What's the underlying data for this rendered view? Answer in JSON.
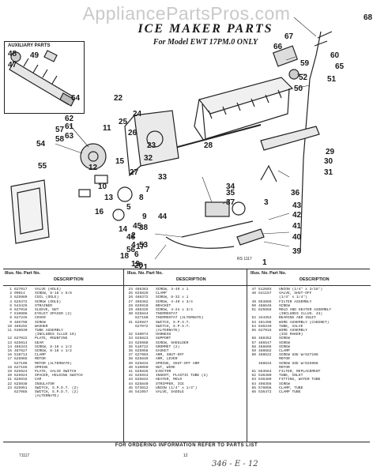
{
  "watermark": "AppliancePartsPros.com",
  "header": {
    "title": "ICE MAKER PARTS",
    "subtitle": "For Model EWT 17PM.0 ONLY",
    "aux_label": "AUXILIARY PARTS"
  },
  "callouts": [
    "68",
    "67",
    "66",
    "60",
    "59",
    "52",
    "65",
    "50",
    "51",
    "48",
    "47",
    "49",
    "64",
    "1",
    "2",
    "3",
    "4",
    "5",
    "6",
    "7",
    "8",
    "9",
    "10",
    "11",
    "12",
    "13",
    "14",
    "15",
    "16",
    "17",
    "18",
    "19",
    "20",
    "21",
    "22",
    "23",
    "24",
    "25",
    "26",
    "27",
    "28",
    "29",
    "30",
    "31",
    "32",
    "33",
    "34",
    "35",
    "36",
    "37",
    "38",
    "39",
    "40",
    "41",
    "42",
    "43",
    "44",
    "45",
    "46",
    "53",
    "54",
    "55",
    "56",
    "57",
    "58",
    "61",
    "62",
    "63"
  ],
  "figure_number": "RS 1117",
  "table": {
    "headers": {
      "illus": "Illus. No.",
      "part": "Part No.",
      "description": "DESCRIPTION"
    },
    "columns": [
      [
        [
          "1",
          "627017",
          "VALVE (HOLE)"
        ],
        [
          "2",
          "99014",
          "SCREW, 8-18 x 5/8"
        ],
        [
          "3",
          "625989",
          "COIL (OOLE)"
        ],
        [
          "4",
          "625372",
          "SCREW (OOLE)"
        ],
        [
          "5",
          "543425",
          "STRAINER"
        ],
        [
          "6",
          "627018",
          "SLEEVE, NUT"
        ],
        [
          "7",
          "510906",
          "EYELET SPACER (2)"
        ],
        [
          "8",
          "627245",
          "COVER"
        ],
        [
          "9",
          "485798",
          "SCREW"
        ],
        [
          "10",
          "486292",
          "WASHER"
        ],
        [
          "11",
          "536030",
          "TUBE ASSEMBLY"
        ],
        [
          "",
          "",
          "(INCLUDES ILLUS 10)"
        ],
        [
          "12",
          "627022",
          "PLATE, MOUNTING"
        ],
        [
          "13",
          "625914",
          "GEAR"
        ],
        [
          "14",
          "486343",
          "SCREW, 8-18 x 1/2"
        ],
        [
          "15",
          "487627",
          "SCREW, 8-18 x 1/2"
        ],
        [
          "16",
          "510714",
          "CLAMP"
        ],
        [
          "17",
          "625965",
          "MOTOR"
        ],
        [
          "",
          "627106",
          "MOTOR (ALTERNATE)"
        ],
        [
          "18",
          "627165",
          "SPRING"
        ],
        [
          "19",
          "625924",
          "PLATE, VALVE SWITCH"
        ],
        [
          "20",
          "625924",
          "SPACER, HOLDING SWITCH"
        ],
        [
          "21",
          "625915",
          "CAM"
        ],
        [
          "22",
          "625938",
          "INSULATOR"
        ],
        [
          "23",
          "625951",
          "SWITCH, S.P.D.T. (2)"
        ],
        [
          "",
          "627065",
          "SWITCH, S.P.D.T. (2)"
        ],
        [
          "",
          "",
          "(ALTERNATE)"
        ]
      ],
      [
        [
          "24",
          "486363",
          "SCREW, 4-40 x 1"
        ],
        [
          "25",
          "625829",
          "CLAMP"
        ],
        [
          "26",
          "486372",
          "SCREW, 8-32 x 1"
        ],
        [
          "27",
          "486362",
          "SCREW, 4-40 x 3/4"
        ],
        [
          "28",
          "625910",
          "BRACKET"
        ],
        [
          "29",
          "486326",
          "SCREW, 4-24 x 3/4"
        ],
        [
          "30",
          "625844",
          "THERMOSTAT"
        ],
        [
          "",
          "627180",
          "THERMOSTAT (ALTERNATE)"
        ],
        [
          "31",
          "625947",
          "SWITCH, S.P.S.T."
        ],
        [
          "",
          "627072",
          "SWITCH, S.P.S.T."
        ],
        [
          "",
          "",
          "(ALTERNATE)"
        ],
        [
          "32",
          "536074",
          "HARNESS"
        ],
        [
          "33",
          "625823",
          "SUPPORT"
        ],
        [
          "34",
          "625988",
          "SCREW, SHOULDER"
        ],
        [
          "35",
          "510722",
          "GROMMET (2)"
        ],
        [
          "36",
          "625958",
          "GASKET"
        ],
        [
          "37",
          "627003",
          "ARM, SHUT-OFF"
        ],
        [
          "38",
          "625849",
          "ARM, LEVER"
        ],
        [
          "39",
          "625833",
          "SPRING, SHUT-OFF ARM"
        ],
        [
          "40",
          "510050",
          "NUT, WIRE"
        ],
        [
          "41",
          "625826",
          "EJECTOR"
        ],
        [
          "42",
          "625943",
          "INSERT, PLASTIC TUBE (2)"
        ],
        [
          "43",
          "625842",
          "HEATER, MOLD"
        ],
        [
          "44",
          "625840",
          "STRIPPER, ICE"
        ],
        [
          "45",
          "573812",
          "UNION (1/4\" x 1/4\")"
        ],
        [
          "46",
          "541057",
          "VALVE, SADDLE"
        ]
      ],
      [
        [
          "47",
          "512603",
          "UNION (1/4\" x 3/16\")"
        ],
        [
          "48",
          "541157",
          "VALVE, SHUT-OFF"
        ],
        [
          "",
          "",
          "(1/4\" x 1/4\")"
        ],
        [
          "49",
          "653866",
          "FILTER ASSEMBLY"
        ],
        [
          "50",
          "488646",
          "SCREW"
        ],
        [
          "51",
          "625856",
          "MOLD AND HEATER ASSEMBLY"
        ],
        [
          "",
          "",
          "(INCLUDES ILLUS. 43)"
        ],
        [
          "52",
          "344354",
          "BEARING AND INLET"
        ],
        [
          "53",
          "481498",
          "WIRE ASSEMBLY (CABINET)"
        ],
        [
          "54",
          "836240",
          "TUBE, VALVE"
        ],
        [
          "55",
          "627016",
          "WIRE ASSEMBLY"
        ],
        [
          "",
          "",
          "(ICE MAKER)"
        ],
        [
          "56",
          "488352",
          "SCREW"
        ],
        [
          "57",
          "486547",
          "SCREW"
        ],
        [
          "58",
          "488685",
          "SCREW"
        ],
        [
          "59",
          "488682",
          "CLAMP"
        ],
        [
          "60",
          "468622",
          "SCREW USE W/627106"
        ],
        [
          "",
          "",
          "MOTOR"
        ],
        [
          "",
          "468634",
          "SCREW USE W/625966"
        ],
        [
          "",
          "",
          "MOTOR"
        ],
        [
          "61",
          "653564",
          "FILTER, REPLACEMENT"
        ],
        [
          "62",
          "536480",
          "TUBE, INLET"
        ],
        [
          "63",
          "536489",
          "FITTING, WATER TUBE"
        ],
        [
          "64",
          "498356",
          "SCREW"
        ],
        [
          "65",
          "576056",
          "CLAMP, TUBE"
        ],
        [
          "66",
          "536472",
          "CLAMP TUBE"
        ]
      ]
    ]
  },
  "footer": {
    "notice": "FOR ORDERING INFORMATION REFER TO PARTS LIST",
    "code": "71117",
    "page": "12",
    "handwritten": "346 - E - 12"
  }
}
